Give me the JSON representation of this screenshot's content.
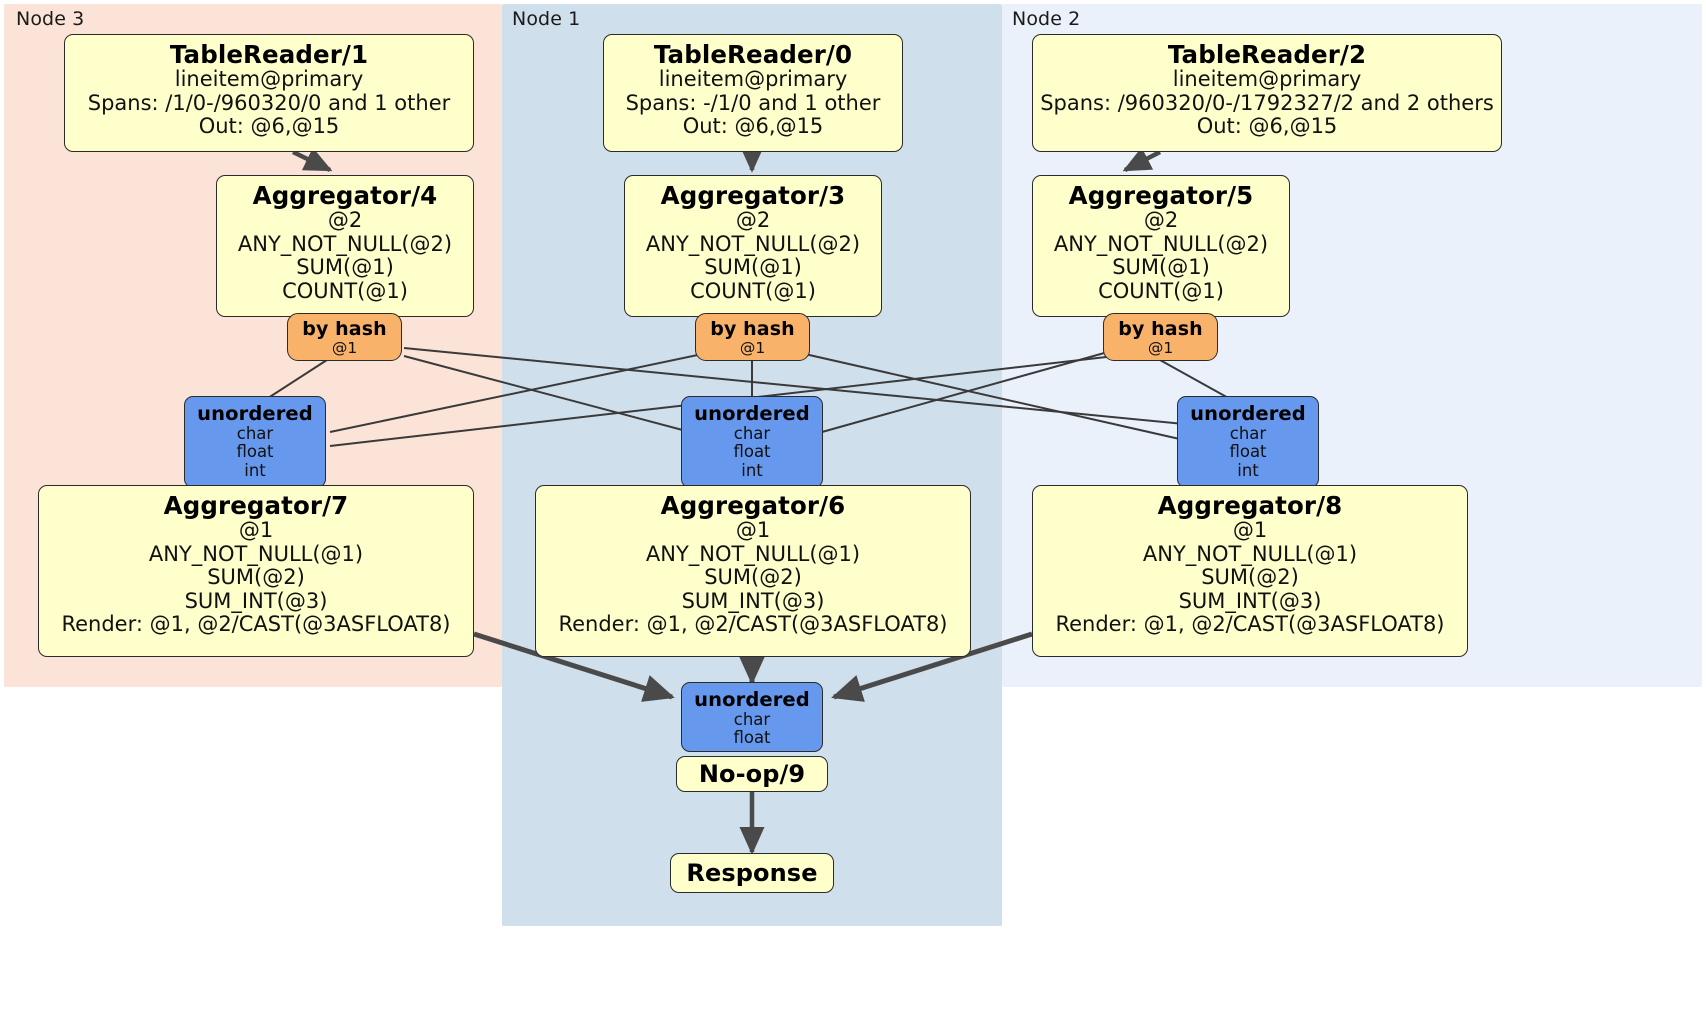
{
  "diagram": {
    "kind": "distributed-query-plan",
    "colors": {
      "node3_panel": "#fbe3d8",
      "node1_panel": "#cfdfeb",
      "node2_panel": "#ebf1fb",
      "processor_fill": "#ffffcc",
      "router_fill": "#f8b26a",
      "synchronizer_fill": "#6699ee",
      "border": "#2b2b2b",
      "edge_thin": "#3a3a3a",
      "edge_thick": "#4a4a4a"
    }
  },
  "panels": [
    {
      "id": "node3",
      "label": "Node 3"
    },
    {
      "id": "node1",
      "label": "Node 1"
    },
    {
      "id": "node2",
      "label": "Node 2"
    }
  ],
  "table_readers": {
    "reader_n3": {
      "title": "TableReader/1",
      "line1": "lineitem@primary",
      "line2": "Spans: /1/0-/960320/0 and 1 other",
      "line3": "Out: @6,@15"
    },
    "reader_n1": {
      "title": "TableReader/0",
      "line1": "lineitem@primary",
      "line2": "Spans: -/1/0 and 1 other",
      "line3": "Out: @6,@15"
    },
    "reader_n2": {
      "title": "TableReader/2",
      "line1": "lineitem@primary",
      "line2": "Spans: /960320/0-/1792327/2 and 2 others",
      "line3": "Out: @6,@15"
    }
  },
  "local_aggregators": {
    "agg_n3": {
      "title": "Aggregator/4",
      "line1": "@2",
      "line2": "ANY_NOT_NULL(@2)",
      "line3": "SUM(@1)",
      "line4": "COUNT(@1)"
    },
    "agg_n1": {
      "title": "Aggregator/3",
      "line1": "@2",
      "line2": "ANY_NOT_NULL(@2)",
      "line3": "SUM(@1)",
      "line4": "COUNT(@1)"
    },
    "agg_n2": {
      "title": "Aggregator/5",
      "line1": "@2",
      "line2": "ANY_NOT_NULL(@2)",
      "line3": "SUM(@1)",
      "line4": "COUNT(@1)"
    }
  },
  "hash_routers": {
    "router_n3": {
      "title": "by hash",
      "line1": "@1"
    },
    "router_n1": {
      "title": "by hash",
      "line1": "@1"
    },
    "router_n2": {
      "title": "by hash",
      "line1": "@1"
    }
  },
  "synchronizers": {
    "sync_n3": {
      "title": "unordered",
      "line1": "char",
      "line2": "float",
      "line3": "int"
    },
    "sync_n1": {
      "title": "unordered",
      "line1": "char",
      "line2": "float",
      "line3": "int"
    },
    "sync_n2": {
      "title": "unordered",
      "line1": "char",
      "line2": "float",
      "line3": "int"
    },
    "sync_final": {
      "title": "unordered",
      "line1": "char",
      "line2": "float"
    }
  },
  "final_aggregators": {
    "agg_n3": {
      "title": "Aggregator/7",
      "line1": "@1",
      "line2": "ANY_NOT_NULL(@1)",
      "line3": "SUM(@2)",
      "line4": "SUM_INT(@3)",
      "line5": "Render: @1, @2/CAST(@3ASFLOAT8)"
    },
    "agg_n1": {
      "title": "Aggregator/6",
      "line1": "@1",
      "line2": "ANY_NOT_NULL(@1)",
      "line3": "SUM(@2)",
      "line4": "SUM_INT(@3)",
      "line5": "Render: @1, @2/CAST(@3ASFLOAT8)"
    },
    "agg_n2": {
      "title": "Aggregator/8",
      "line1": "@1",
      "line2": "ANY_NOT_NULL(@1)",
      "line3": "SUM(@2)",
      "line4": "SUM_INT(@3)",
      "line5": "Render: @1, @2/CAST(@3ASFLOAT8)"
    }
  },
  "terminal": {
    "noop": {
      "title": "No-op/9"
    },
    "response": {
      "title": "Response"
    }
  }
}
